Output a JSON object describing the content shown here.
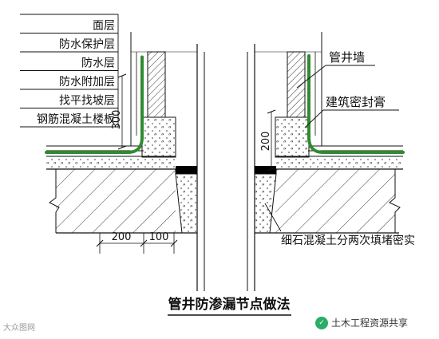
{
  "layer_labels": [
    "面层",
    "防水保护层",
    "防水层",
    "防水附加层",
    "找平找坡层",
    "钢筋混凝土楼板"
  ],
  "callouts": {
    "pipe_wall": "管井墙",
    "sealant": "建筑密封膏",
    "fill": "细石混凝土分两次填堵密实"
  },
  "dimensions": {
    "upturn_height": "300",
    "sealant_height": "200",
    "bottom_left": "200",
    "bottom_right": "100"
  },
  "title": "管井防渗漏节点做法",
  "watermarks": {
    "left": "大众图网",
    "right": "土木工程资源共享",
    "right_icon": "wechat-icon"
  },
  "colors": {
    "line": "#111111",
    "waterproof": "#2e8b2e"
  }
}
